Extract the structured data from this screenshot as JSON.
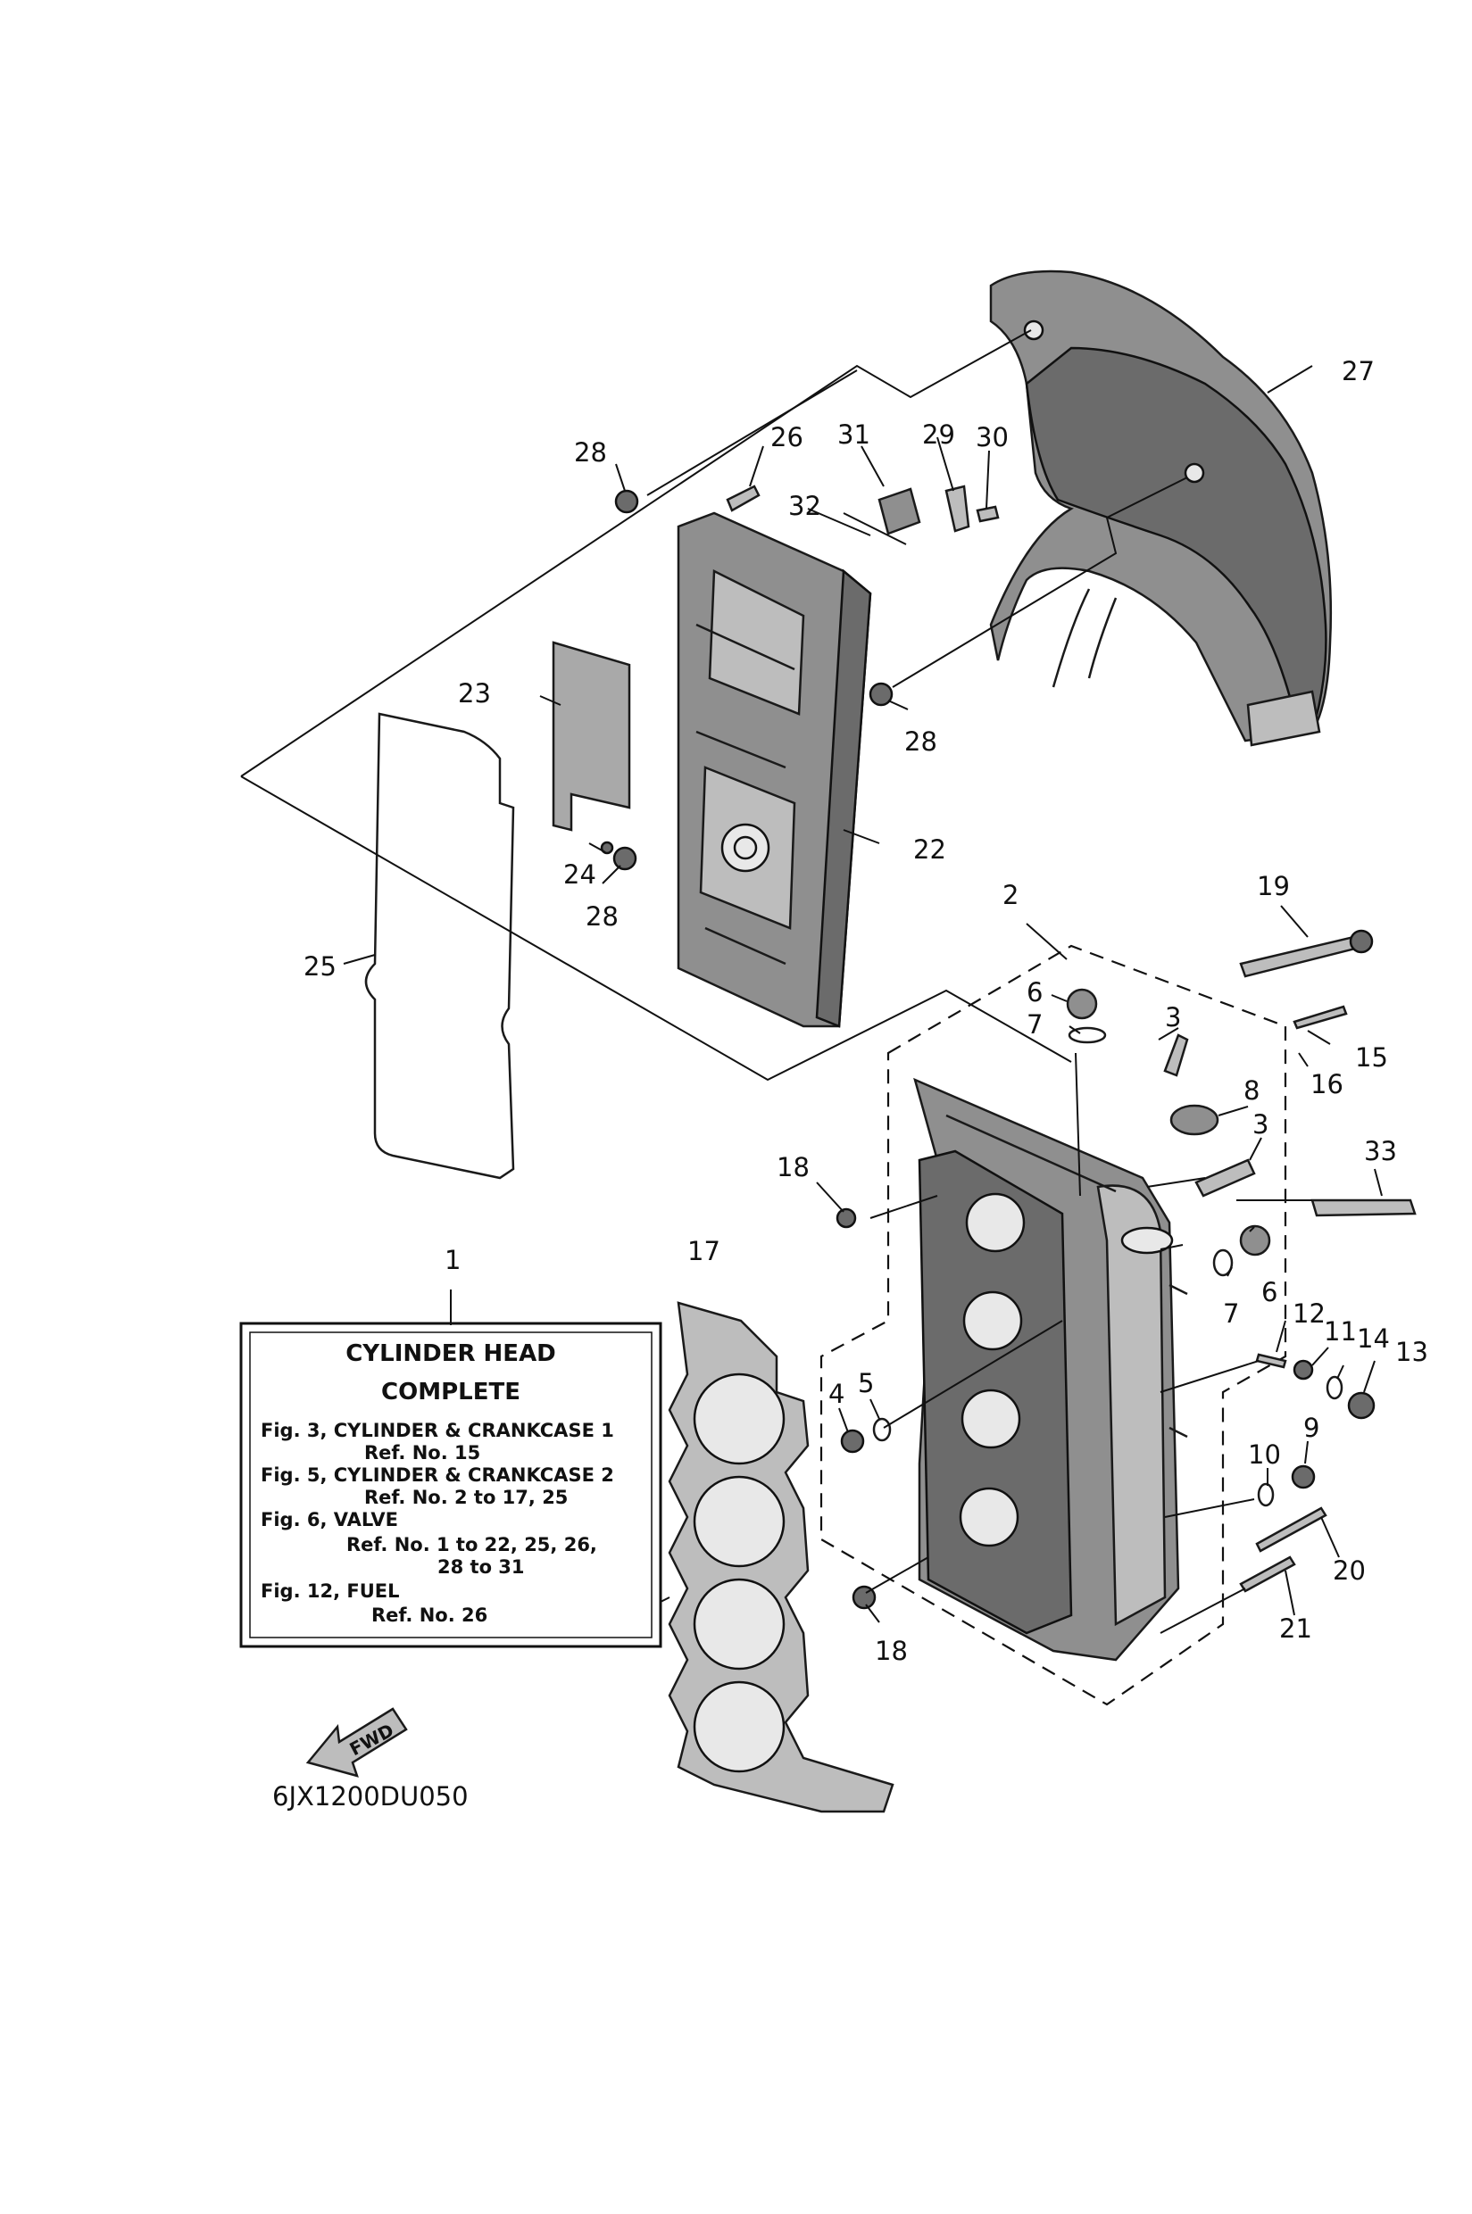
{
  "callouts": {
    "n1": "1",
    "n2": "2",
    "n3a": "3",
    "n3b": "3",
    "n4": "4",
    "n5": "5",
    "n6a": "6",
    "n6b": "6",
    "n7a": "7",
    "n7b": "7",
    "n8": "8",
    "n9": "9",
    "n10": "10",
    "n11": "11",
    "n12": "12",
    "n13": "13",
    "n14": "14",
    "n15": "15",
    "n16": "16",
    "n17": "17",
    "n18a": "18",
    "n18b": "18",
    "n19": "19",
    "n20": "20",
    "n21": "21",
    "n22": "22",
    "n23": "23",
    "n24": "24",
    "n25": "25",
    "n26": "26",
    "n27": "27",
    "n28a": "28",
    "n28b": "28",
    "n28c": "28",
    "n29": "29",
    "n30": "30",
    "n31": "31",
    "n32": "32",
    "n33": "33"
  },
  "info_box": {
    "title_line1": "CYLINDER HEAD",
    "title_line2": "COMPLETE",
    "lines": [
      "Fig. 3, CYLINDER & CRANKCASE 1",
      "Ref. No. 15",
      "Fig. 5, CYLINDER & CRANKCASE 2",
      "Ref. No. 2 to 17, 25",
      "Fig. 6, VALVE",
      "Ref. No. 1 to 22, 25, 26,",
      "28 to 31",
      "Fig. 12, FUEL",
      "Ref. No. 26"
    ]
  },
  "fwd_label": "FWD",
  "diagram_code": "6JX1200DU050"
}
